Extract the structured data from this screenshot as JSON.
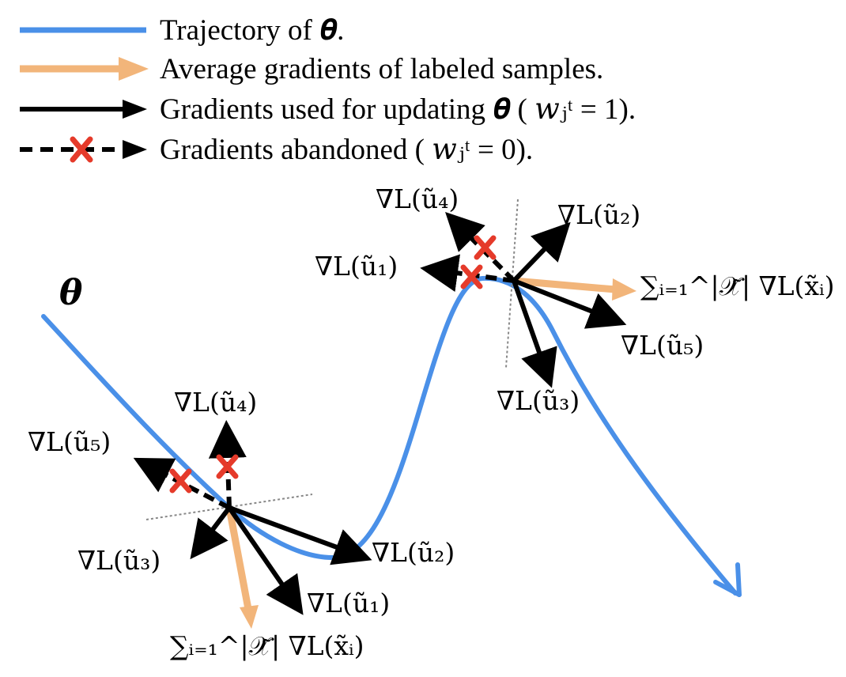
{
  "colors": {
    "trajectory": "#4a90e8",
    "average_gradient": "#f2b57a",
    "gradient": "#000000",
    "abandoned_marker": "#e53a2a",
    "tangent_line": "#888888"
  },
  "legend": {
    "trajectory": "Trajectory of 𝜽.",
    "average": "Average gradients of labeled samples.",
    "used": "Gradients used for updating 𝜽 ( 𝑤ⱼᵗ = 1).",
    "abandoned": "Gradients abandoned ( 𝑤ⱼᵗ = 0)."
  },
  "theta_label": "𝜽",
  "point_a": {
    "labels": {
      "u1": "∇L(ũ₁)",
      "u2": "∇L(ũ₂)",
      "u3": "∇L(ũ₃)",
      "u4": "∇L(ũ₄)",
      "u5": "∇L(ũ₅)",
      "sum": "∑ᵢ₌₁^|𝒳̃| ∇L(x̃ᵢ)"
    }
  },
  "point_b": {
    "labels": {
      "u1": "∇L(ũ₁)",
      "u2": "∇L(ũ₂)",
      "u3": "∇L(ũ₃)",
      "u4": "∇L(ũ₄)",
      "u5": "∇L(ũ₅)",
      "sum": "∑ᵢ₌₁^|𝒳̃| ∇L(x̃ᵢ)"
    }
  }
}
